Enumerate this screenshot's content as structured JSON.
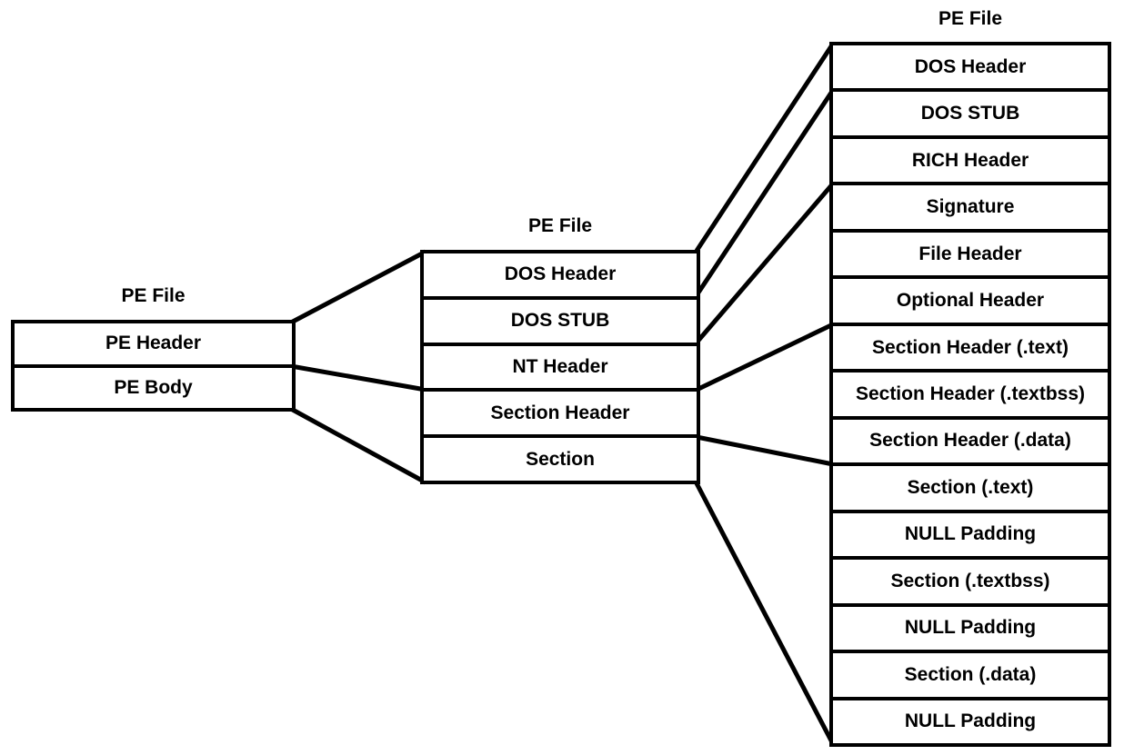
{
  "diagram": {
    "description": "PE File structure expansion diagram (three levels of detail)",
    "colors": {
      "background": "#ffffff",
      "line": "#000000",
      "text": "#000000"
    },
    "panels": [
      {
        "id": "level-1",
        "title": "PE File",
        "rows": [
          "PE Header",
          "PE Body"
        ]
      },
      {
        "id": "level-2",
        "title": "PE File",
        "rows": [
          "DOS Header",
          "DOS STUB",
          "NT Header",
          "Section Header",
          "Section"
        ]
      },
      {
        "id": "level-3",
        "title": "PE File",
        "rows": [
          "DOS Header",
          "DOS STUB",
          "RICH Header",
          "Signature",
          "File Header",
          "Optional Header",
          "Section Header (.text)",
          "Section Header (.textbss)",
          "Section Header (.data)",
          "Section (.text)",
          "NULL Padding",
          "Section (.textbss)",
          "NULL Padding",
          "Section (.data)",
          "NULL Padding"
        ]
      }
    ],
    "expansions": [
      {
        "from": "PE Header",
        "to": [
          "DOS Header",
          "DOS STUB",
          "NT Header"
        ]
      },
      {
        "from": "PE Body",
        "to": [
          "Section Header",
          "Section"
        ]
      },
      {
        "from": "DOS Header",
        "to": [
          "DOS Header"
        ]
      },
      {
        "from": "DOS STUB",
        "to": [
          "DOS STUB",
          "RICH Header"
        ]
      },
      {
        "from": "NT Header",
        "to": [
          "Signature",
          "File Header",
          "Optional Header"
        ]
      },
      {
        "from": "Section Header",
        "to": [
          "Section Header (.text)",
          "Section Header (.textbss)",
          "Section Header (.data)"
        ]
      },
      {
        "from": "Section",
        "to": [
          "Section (.text)",
          "NULL Padding",
          "Section (.textbss)",
          "NULL Padding",
          "Section (.data)",
          "NULL Padding"
        ]
      }
    ]
  }
}
